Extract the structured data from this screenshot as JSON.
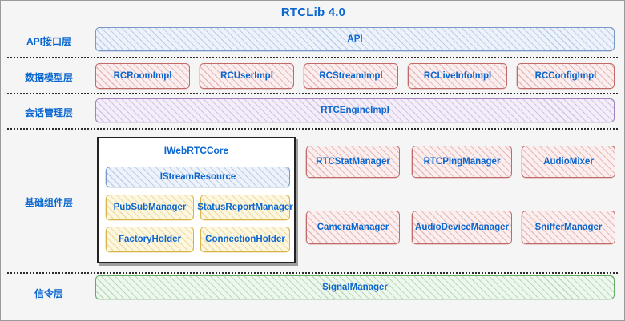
{
  "title": "RTCLib 4.0",
  "colors": {
    "accent_text": "#0a66d0",
    "background": "#f5f5f5",
    "api_blue": "#7798c8",
    "model_red": "#c26a6a",
    "engine_purple": "#a183be",
    "holder_yellow": "#d8b44a",
    "signal_green": "#63ad63",
    "separator": "#2b2b2b"
  },
  "layers": [
    {
      "id": "api",
      "label": "API接口层",
      "blocks": [
        {
          "label": "API",
          "style": "blue"
        }
      ]
    },
    {
      "id": "data-model",
      "label": "数据模型层",
      "blocks": [
        {
          "label": "RCRoomImpl",
          "style": "red"
        },
        {
          "label": "RCUserImpl",
          "style": "red"
        },
        {
          "label": "RCStreamImpl",
          "style": "red"
        },
        {
          "label": "RCLiveInfoImpl",
          "style": "red"
        },
        {
          "label": "RCConfigImpl",
          "style": "red"
        }
      ]
    },
    {
      "id": "session",
      "label": "会话管理层",
      "blocks": [
        {
          "label": "RTCEngineImpl",
          "style": "purple"
        }
      ]
    },
    {
      "id": "components",
      "label": "基础组件层",
      "core_group": {
        "title": "IWebRTCCore",
        "stream_resource": {
          "label": "IStreamResource",
          "style": "blue"
        },
        "holders": [
          {
            "label": "PubSubManager",
            "style": "yellow"
          },
          {
            "label": "StatusReportManager",
            "style": "yellow"
          },
          {
            "label": "FactoryHolder",
            "style": "yellow"
          },
          {
            "label": "ConnectionHolder",
            "style": "yellow"
          }
        ]
      },
      "managers": [
        {
          "label": "RTCStatManager",
          "style": "red"
        },
        {
          "label": "RTCPingManager",
          "style": "red"
        },
        {
          "label": "AudioMixer",
          "style": "red"
        },
        {
          "label": "CameraManager",
          "style": "red"
        },
        {
          "label": "AudioDeviceManager",
          "style": "red"
        },
        {
          "label": "SnifferManager",
          "style": "red"
        }
      ]
    },
    {
      "id": "signaling",
      "label": "信令层",
      "blocks": [
        {
          "label": "SignalManager",
          "style": "green"
        }
      ]
    }
  ]
}
